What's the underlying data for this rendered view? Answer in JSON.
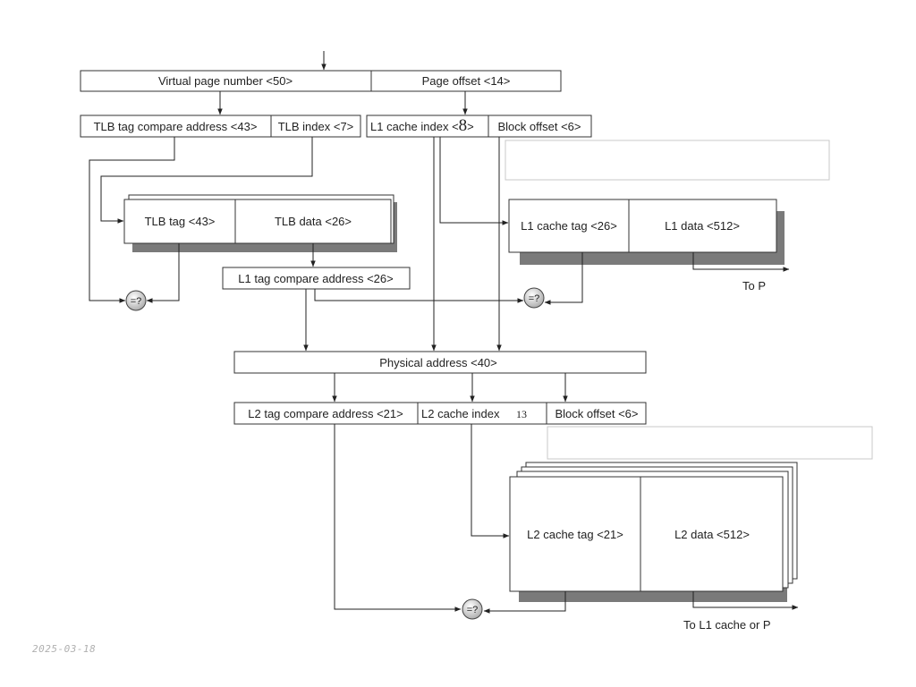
{
  "diagram": {
    "virtual_address": {
      "vpn": "Virtual page number <50>",
      "page_offset": "Page offset  <14>"
    },
    "tlb_fields": {
      "tag_compare": "TLB tag compare address <43>",
      "index": "TLB index <7>"
    },
    "l1_fields": {
      "index_prefix": "L1 cache index <",
      "index_overlay": "8",
      "index_suffix": ">",
      "block_offset": "Block offset <6>"
    },
    "tlb": {
      "tag": "TLB tag <43>",
      "data": "TLB data <26>"
    },
    "l1_tag_compare": "L1 tag compare address <26>",
    "l1_cache": {
      "tag": "L1 cache tag <26>",
      "data": "L1 data <512>",
      "output": "To  P"
    },
    "comparator": "=?",
    "physical_address": "Physical address <40>",
    "l2_fields": {
      "tag_compare": "L2 tag compare address <21>",
      "index": "L2 cache index",
      "index_overlay": "13",
      "block_offset": "Block offset  <6>"
    },
    "l2_cache": {
      "tag": "L2 cache tag <21>",
      "data": "L2 data <512>",
      "output": "To L1 cache or  P"
    },
    "date": "2025-03-18"
  }
}
